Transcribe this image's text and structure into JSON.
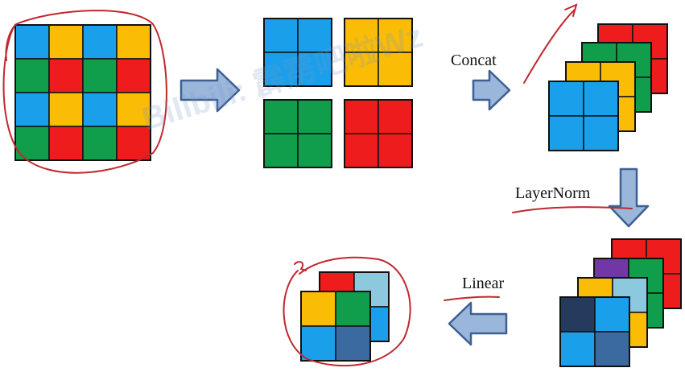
{
  "colors": {
    "blue": "#1a9fea",
    "yellow": "#fbbc05",
    "green": "#109d4c",
    "red": "#ee1c1c",
    "navy": "#253b5e",
    "slate": "#3b6aa0",
    "purple": "#7137a7",
    "light_blue": "#8cc8de",
    "arrow_fill": "#9ab6db",
    "arrow_stroke": "#3e5f93",
    "annotation": "#c0282d"
  },
  "labels": {
    "concat": "Concat",
    "layernorm": "LayerNorm",
    "linear": "Linear"
  },
  "watermark": "Bilibili: 霹雳吧啦Wz",
  "input_grid": [
    [
      "blue",
      "yellow",
      "blue",
      "yellow"
    ],
    [
      "green",
      "red",
      "green",
      "red"
    ],
    [
      "blue",
      "yellow",
      "blue",
      "yellow"
    ],
    [
      "green",
      "red",
      "green",
      "red"
    ]
  ],
  "patch_groups": [
    "blue",
    "yellow",
    "green",
    "red"
  ],
  "concat_stack": [
    "red",
    "green",
    "yellow",
    "blue"
  ],
  "norm_stack": [
    [
      "red",
      "red",
      "red",
      "red"
    ],
    [
      "purple",
      "green",
      "green",
      "green"
    ],
    [
      "yellow",
      "light_blue",
      "yellow",
      "yellow"
    ],
    [
      "navy",
      "blue",
      "blue",
      "slate"
    ]
  ],
  "linear_stack": [
    [
      "red",
      "light_blue",
      "yellow",
      "blue"
    ],
    [
      "yellow",
      "green",
      "blue",
      "slate"
    ]
  ],
  "icons": [
    "right-arrow-icon",
    "down-arrow-icon",
    "left-arrow-icon"
  ]
}
